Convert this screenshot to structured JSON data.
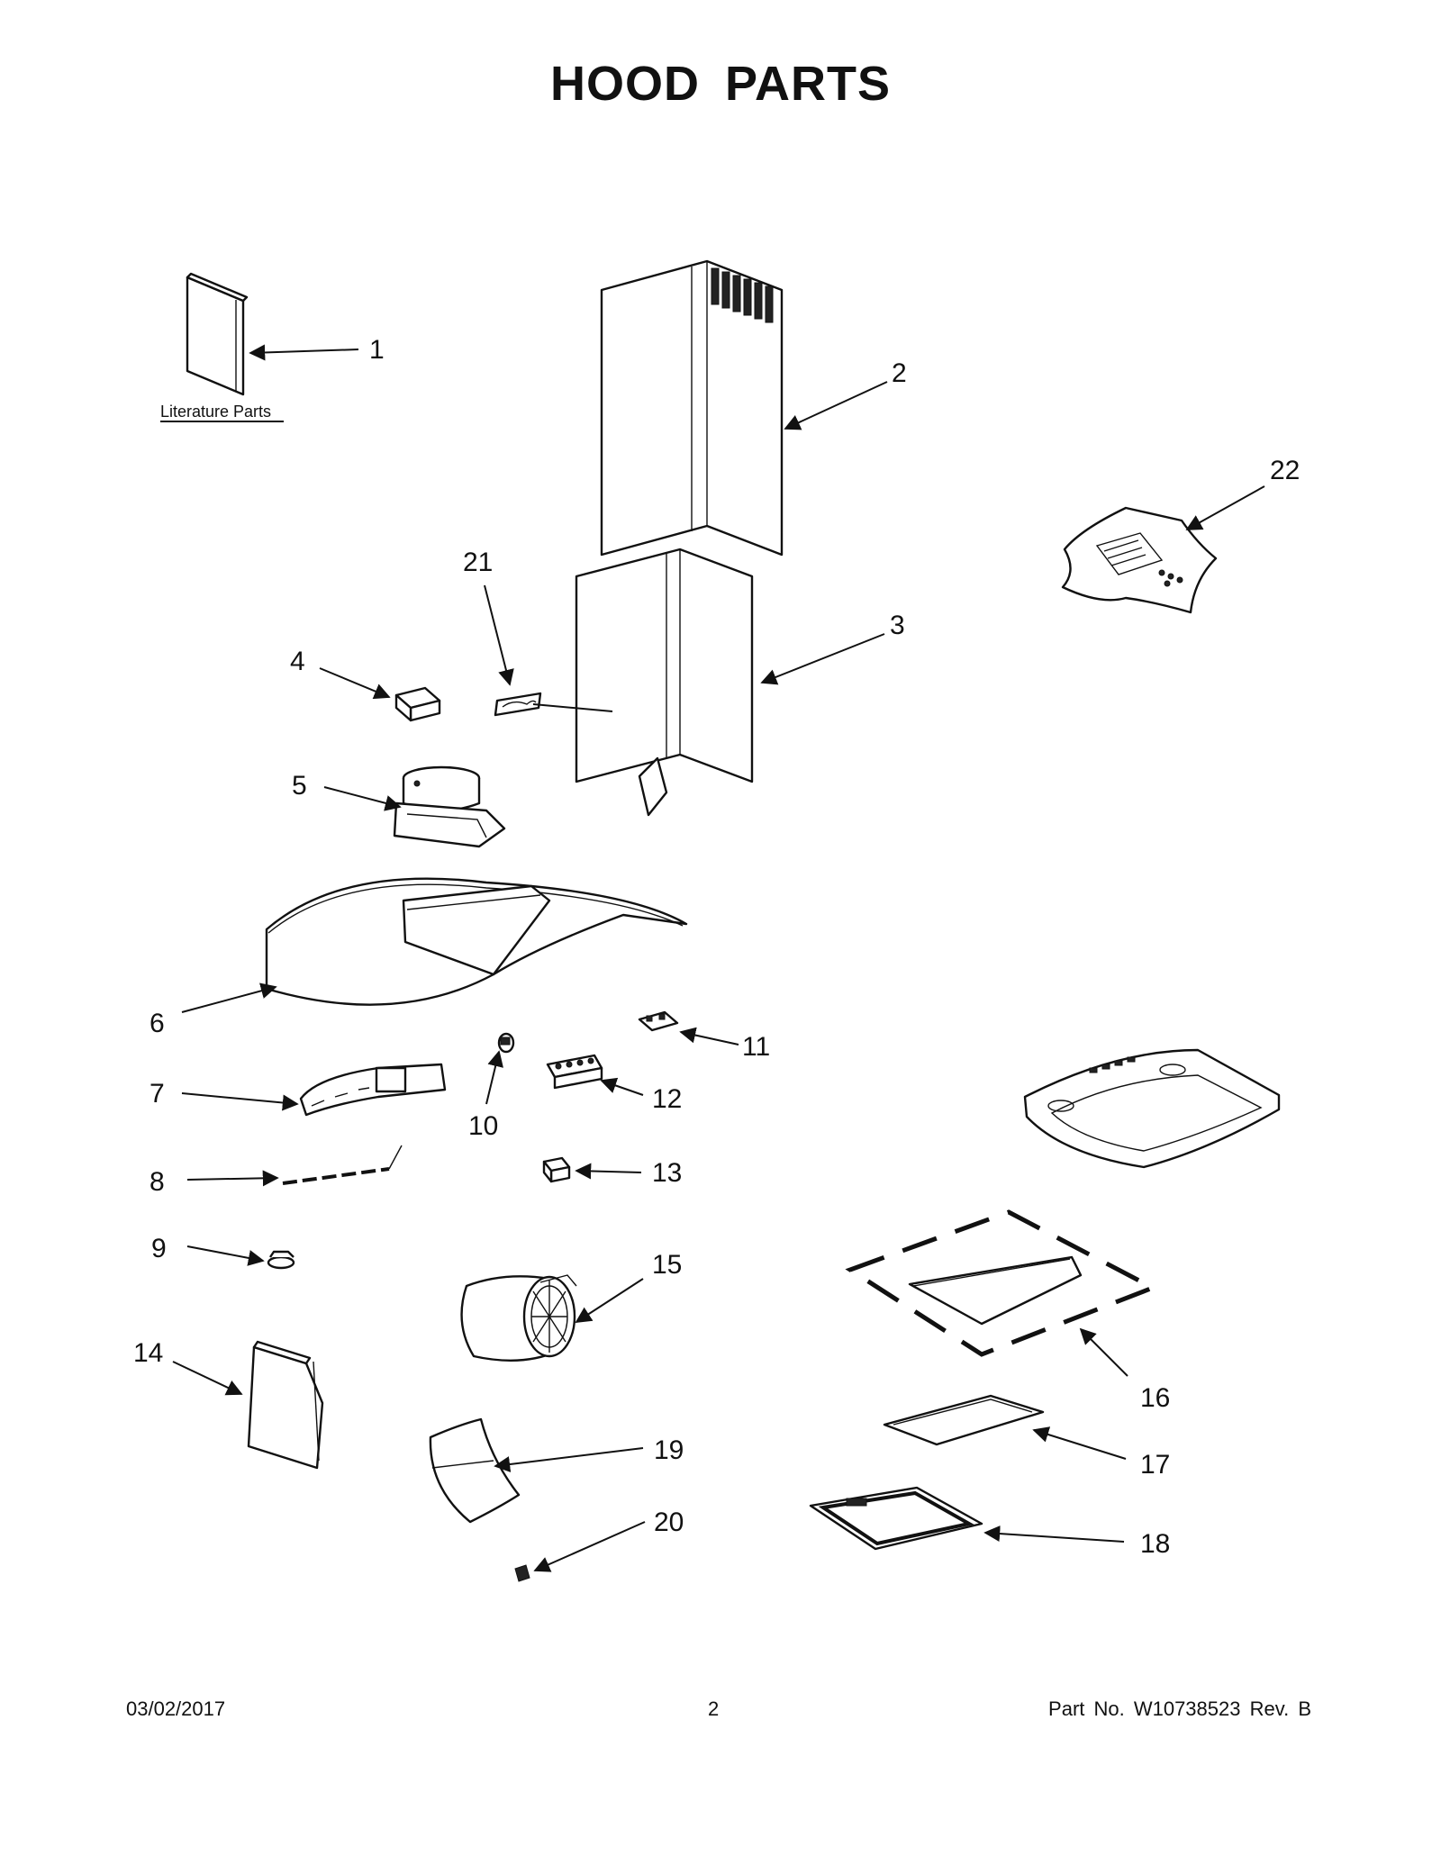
{
  "title": "HOOD PARTS",
  "literature_label": "Literature Parts",
  "callouts": [
    "1",
    "2",
    "3",
    "4",
    "5",
    "6",
    "7",
    "8",
    "9",
    "10",
    "11",
    "12",
    "13",
    "14",
    "15",
    "16",
    "17",
    "18",
    "19",
    "20",
    "21",
    "22"
  ],
  "footer": {
    "date": "03/02/2017",
    "page": "2",
    "part_no": "Part No.  W10738523  Rev.  B"
  }
}
